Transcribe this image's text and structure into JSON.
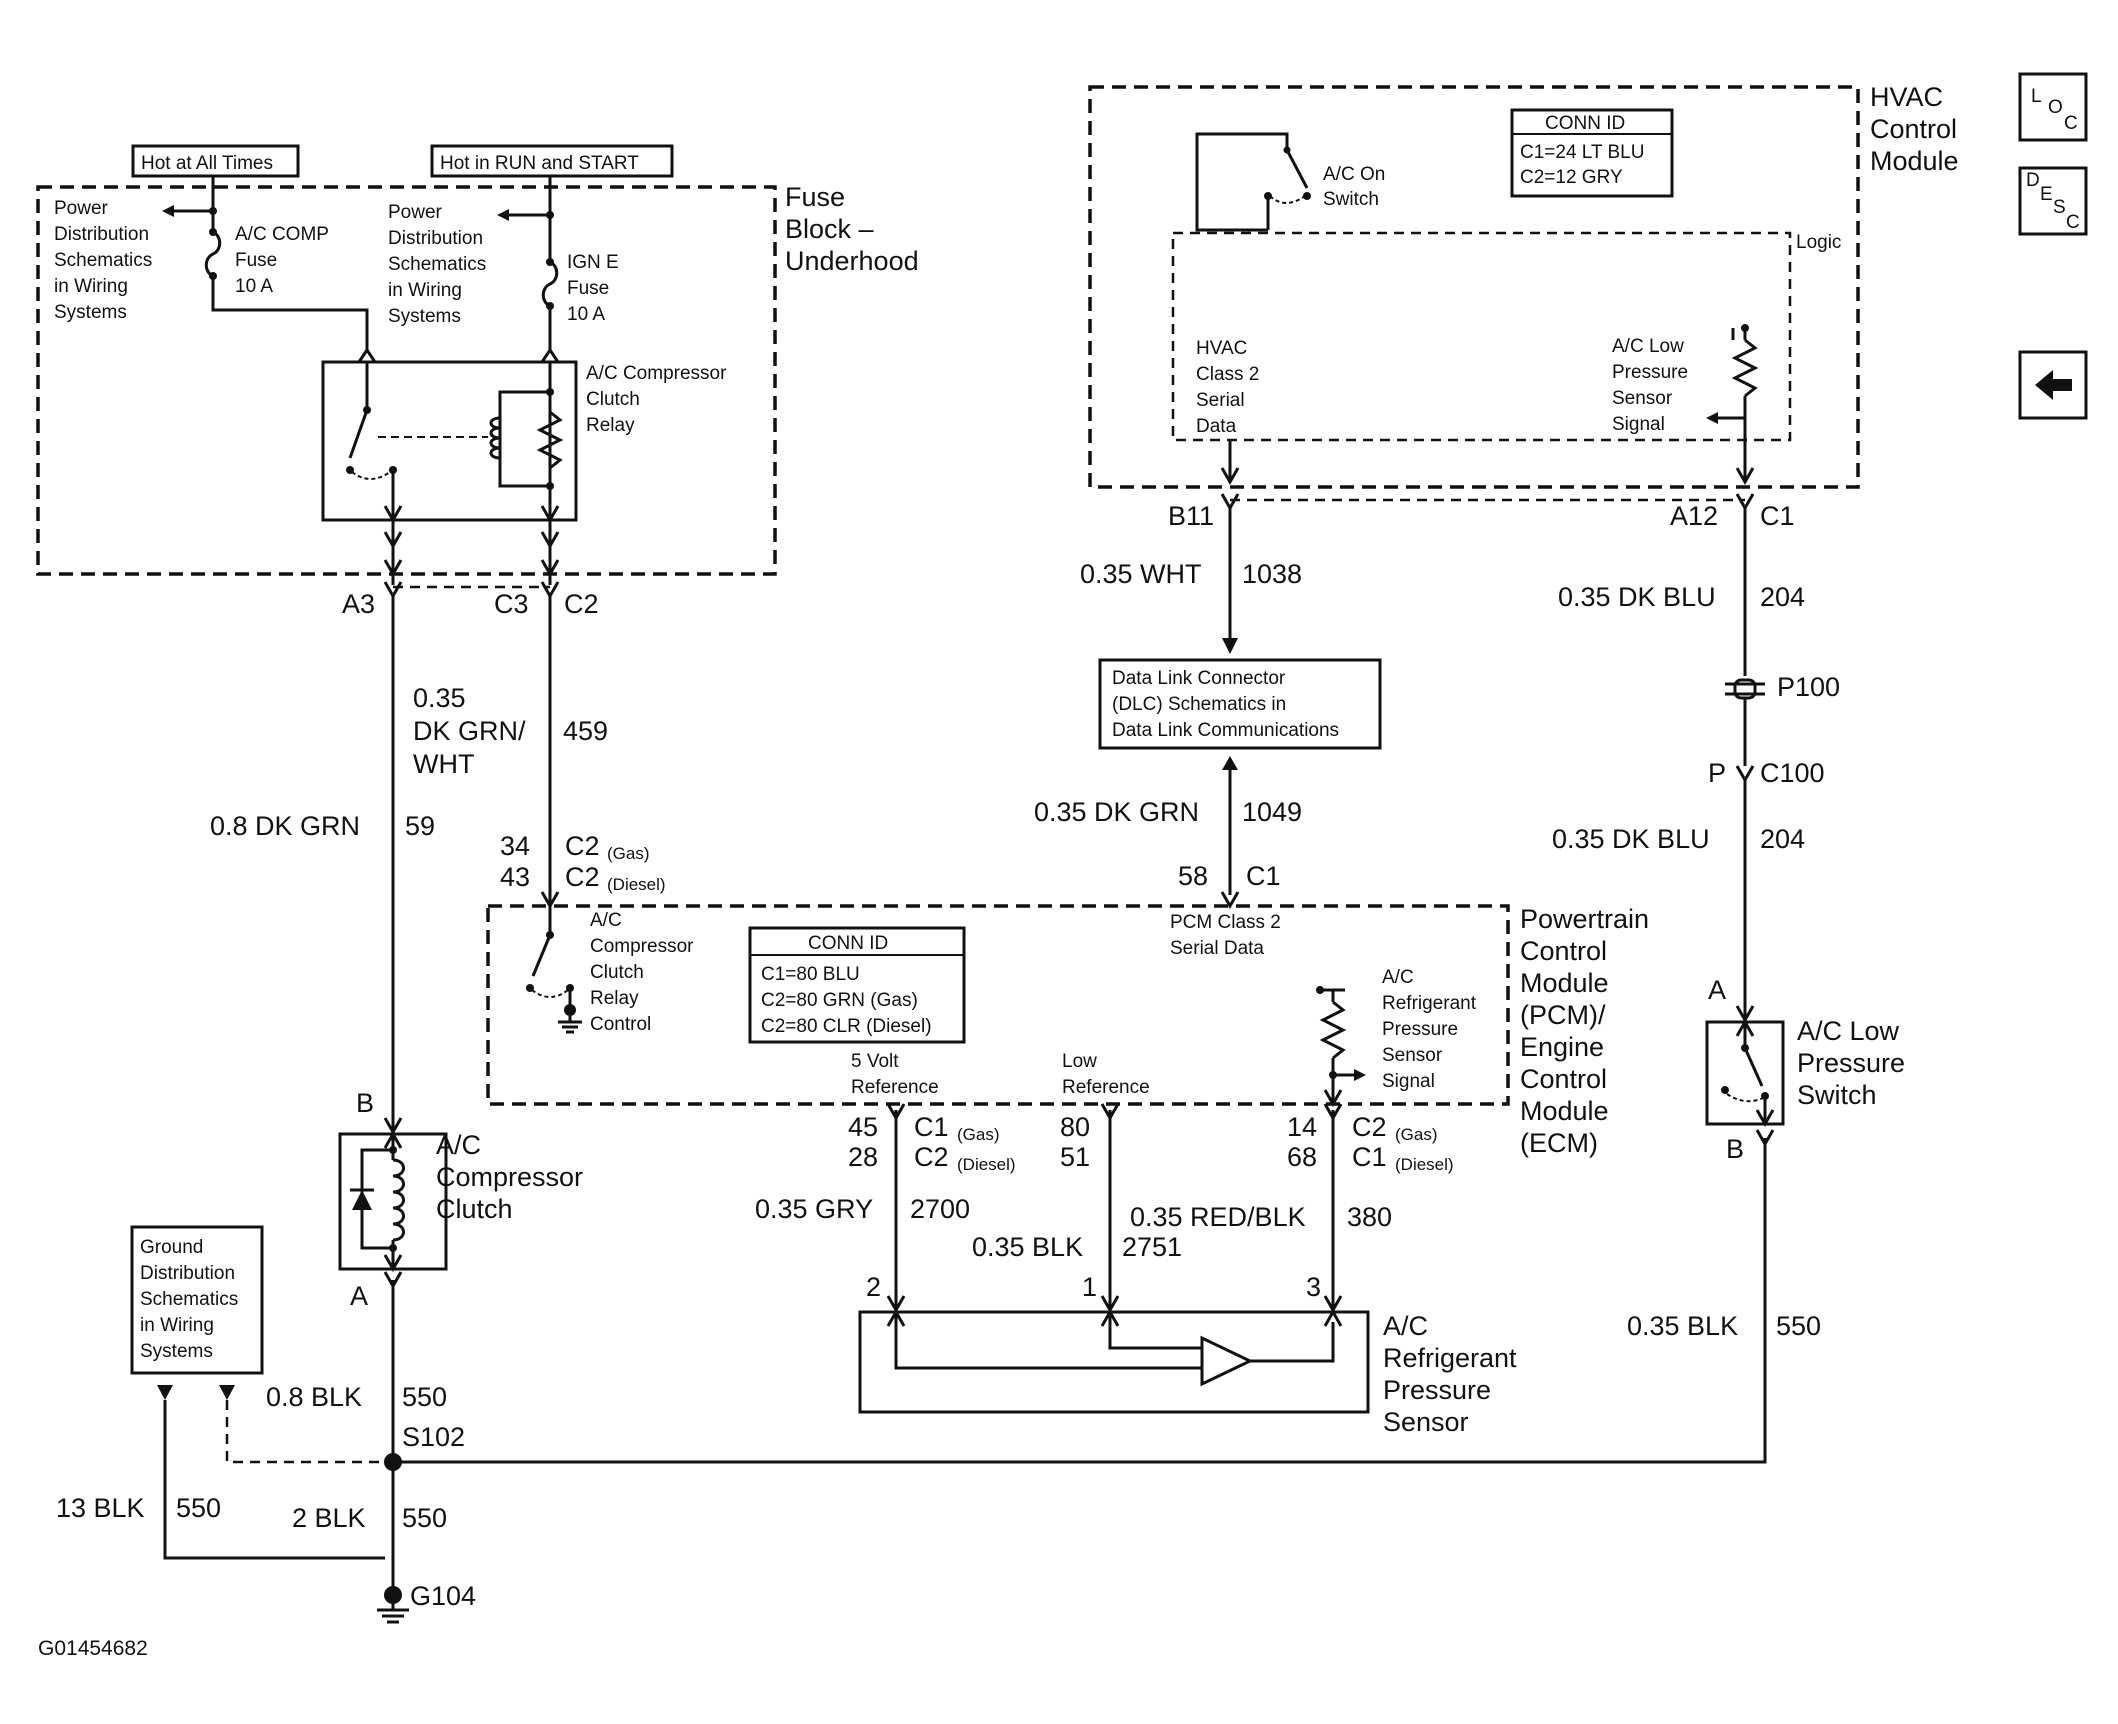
{
  "nav": {
    "loc_label": [
      "L",
      "O",
      "C"
    ],
    "desc_label": [
      "D",
      "E",
      "S",
      "C"
    ],
    "back_icon": "arrow-left-icon"
  },
  "hvac": {
    "module_label": [
      "HVAC",
      "Control",
      "Module"
    ],
    "conn_id_title": "CONN ID",
    "conn_c1": "C1=24 LT BLU",
    "conn_c2": "C2=12 GRY",
    "switch_label": [
      "A/C On",
      "Switch"
    ],
    "logic_label": "Logic",
    "class2_label": [
      "HVAC",
      "Class 2",
      "Serial",
      "Data"
    ],
    "low_pressure_label": [
      "A/C Low",
      "Pressure",
      "Sensor",
      "Signal"
    ]
  },
  "fuse": {
    "hot_all": "Hot at All Times",
    "hot_run": "Hot in RUN and START",
    "power_dist_1": [
      "Power",
      "Distribution",
      "Schematics",
      "in Wiring",
      "Systems"
    ],
    "power_dist_2": [
      "Power",
      "Distribution",
      "Schematics",
      "in Wiring",
      "Systems"
    ],
    "comp_fuse": [
      "A/C COMP",
      "Fuse",
      "10 A"
    ],
    "ign_fuse": [
      "IGN E",
      "Fuse",
      "10 A"
    ],
    "relay_label": [
      "A/C Compressor",
      "Clutch",
      "Relay"
    ],
    "block_label": [
      "Fuse",
      "Block –",
      "Underhood"
    ]
  },
  "wires": {
    "a3": "A3",
    "c3": "C3",
    "c2": "C2",
    "w459_gauge": [
      "0.35",
      "DK GRN/",
      "WHT"
    ],
    "w459_circuit": "459",
    "w59_label": "0.8 DK GRN",
    "w59_circuit": "59",
    "pin34": "34",
    "pin43": "43",
    "c2_gas": "C2",
    "c2_gas_sub": "(Gas)",
    "c2_diesel": "C2",
    "c2_diesel_sub": "(Diesel)",
    "b11": "B11",
    "a12": "A12",
    "c1_hvac": "C1",
    "w1038_label": "0.35 WHT",
    "w1038_circuit": "1038",
    "w204_label": "0.35 DK BLU",
    "w204_circuit": "204",
    "p100": "P100",
    "p": "P",
    "c100": "C100",
    "w204b_label": "0.35 DK BLU",
    "w204b_circuit": "204",
    "w1049_label": "0.35 DK GRN",
    "w1049_circuit": "1049",
    "pin58": "58",
    "c1_pcm": "C1",
    "b_clutch": "B",
    "a_clutch": "A",
    "w550a_label": "0.8 BLK",
    "w550a_circuit": "550",
    "s102": "S102",
    "w550b_label": "13 BLK",
    "w550b_circuit": "550",
    "w550c_label": "2 BLK",
    "w550c_circuit": "550",
    "g104": "G104",
    "pin45": "45",
    "pin28": "28",
    "c1_gas": "C1",
    "c1_gas_sub": "(Gas)",
    "c2_dsl": "C2",
    "c2_dsl_sub": "(Diesel)",
    "pin80": "80",
    "pin51": "51",
    "pin14": "14",
    "pin68": "68",
    "c2_gas2": "C2",
    "c2_gas2_sub": "(Gas)",
    "c1_dsl2": "C1",
    "c1_dsl2_sub": "(Diesel)",
    "w2700_label": "0.35 GRY",
    "w2700_circuit": "2700",
    "w2751_label": "0.35 BLK",
    "w2751_circuit": "2751",
    "w380_label": "0.35 RED/BLK",
    "w380_circuit": "380",
    "pin2": "2",
    "pin1": "1",
    "pin3": "3",
    "sw_a": "A",
    "sw_b": "B",
    "w550d_label": "0.35 BLK",
    "w550d_circuit": "550"
  },
  "dlc": {
    "label": [
      "Data Link Connector",
      "(DLC) Schematics in",
      "Data Link Communications"
    ]
  },
  "pcm": {
    "label": [
      "Powertrain",
      "Control",
      "Module",
      "(PCM)/",
      "Engine",
      "Control",
      "Module",
      "(ECM)"
    ],
    "conn_id_title": "CONN ID",
    "conn_c1": "C1=80 BLU",
    "conn_c2g": "C2=80 GRN (Gas)",
    "conn_c2d": "C2=80 CLR (Diesel)",
    "relay_ctrl": [
      "A/C",
      "Compressor",
      "Clutch",
      "Relay",
      "Control"
    ],
    "class2": [
      "PCM Class 2",
      "Serial Data"
    ],
    "five_volt": [
      "5 Volt",
      "Reference"
    ],
    "low_ref": [
      "Low",
      "Reference"
    ],
    "press_signal": [
      "A/C",
      "Refrigerant",
      "Pressure",
      "Sensor",
      "Signal"
    ]
  },
  "components": {
    "clutch": [
      "A/C",
      "Compressor",
      "Clutch"
    ],
    "ground_dist": [
      "Ground",
      "Distribution",
      "Schematics",
      "in Wiring",
      "Systems"
    ],
    "press_sensor": [
      "A/C",
      "Refrigerant",
      "Pressure",
      "Sensor"
    ],
    "lp_switch": [
      "A/C Low",
      "Pressure",
      "Switch"
    ]
  },
  "footer": {
    "code": "G01454682"
  }
}
